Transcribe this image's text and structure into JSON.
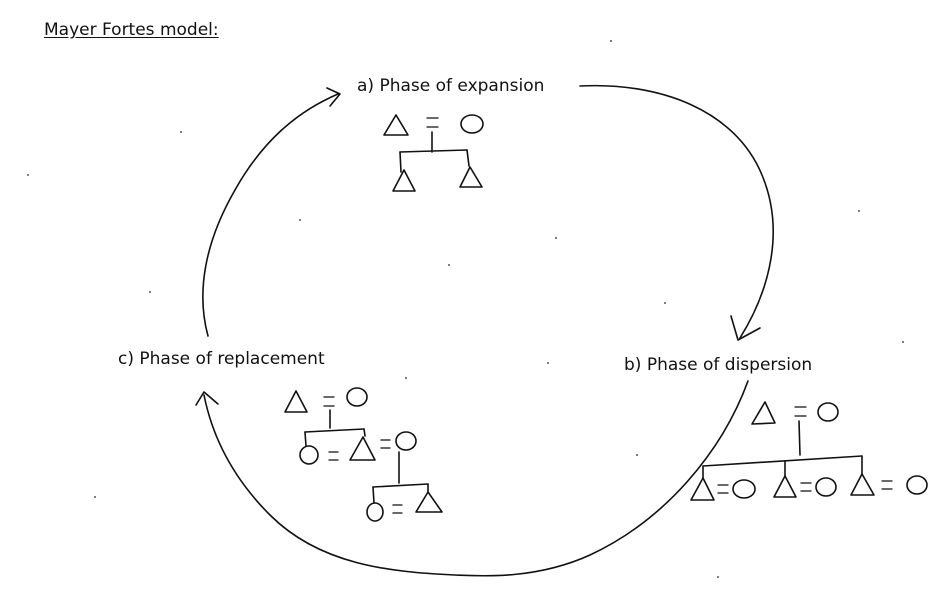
{
  "title": "Mayer Fortes model:",
  "phases": {
    "a": {
      "label": "a) Phase of expansion"
    },
    "b": {
      "label": "b) Phase of dispersion"
    },
    "c": {
      "label": "c) Phase of replacement"
    }
  },
  "colors": {
    "ink": "#111111",
    "background": "#ffffff"
  }
}
